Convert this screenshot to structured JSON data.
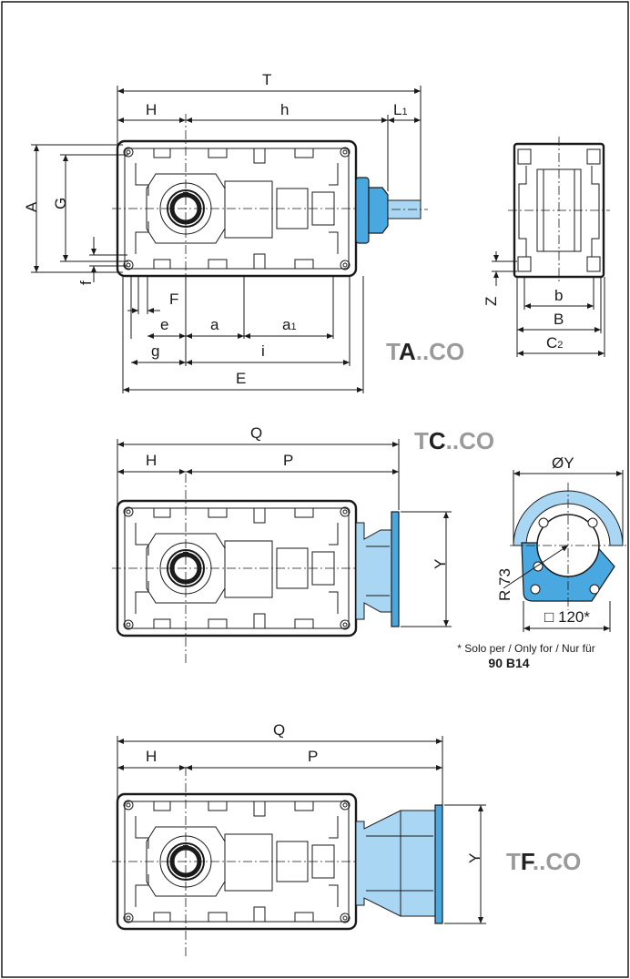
{
  "views": {
    "ta": {
      "model": {
        "prefix": "T",
        "key": "A",
        "suffix": "..CO"
      },
      "dims": {
        "T": "T",
        "H": "H",
        "h": "h",
        "L1": "L",
        "L1_sub": "1",
        "A": "A",
        "G": "G",
        "f": "f",
        "F": "F",
        "e": "e",
        "a": "a",
        "a1": "a",
        "a1_sub": "1",
        "g": "g",
        "i": "i",
        "E": "E"
      }
    },
    "side": {
      "dims": {
        "Z": "Z",
        "b": "b",
        "B": "B",
        "C2": "C",
        "C2_sub": "2"
      }
    },
    "tc": {
      "model": {
        "prefix": "T",
        "key": "C",
        "suffix": "..CO"
      },
      "dims": {
        "Q": "Q",
        "H": "H",
        "P": "P",
        "Y": "Y"
      }
    },
    "flange": {
      "dims": {
        "phiY": "ØY",
        "R73": "R 73",
        "sq120": "□ 120*"
      },
      "note_line1": "* Solo per / Only for / Nur für",
      "note_line2": "90 B14"
    },
    "tf": {
      "model": {
        "prefix": "T",
        "key": "F",
        "suffix": "..CO"
      },
      "dims": {
        "Q": "Q",
        "H": "H",
        "P": "P",
        "Y": "Y"
      }
    }
  },
  "colors": {
    "flange_blue": "#4aa8e0",
    "flange_light": "#a9d6f2",
    "line": "#1a1a1a",
    "model_grey": "#9a9a9a"
  }
}
